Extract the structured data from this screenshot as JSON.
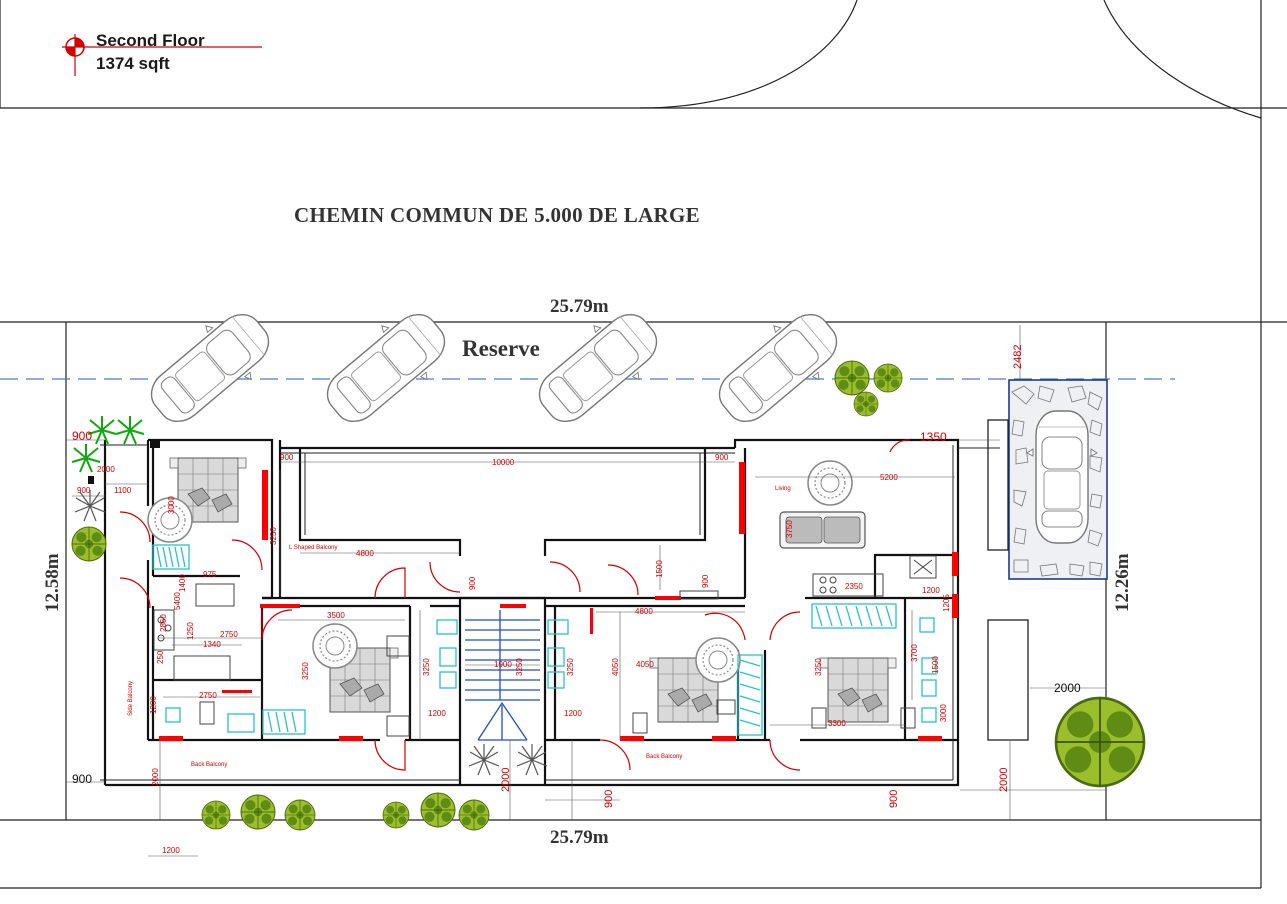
{
  "title": {
    "floor": "Second Floor",
    "area": "1374 sqft"
  },
  "road_label": "CHEMIN COMMUN DE 5.000 DE LARGE",
  "reserve_label": "Reserve",
  "overall_dims": {
    "width_top": "25.79m",
    "width_bottom": "25.79m",
    "depth_left": "12.58m",
    "depth_right": "12.26m"
  },
  "rooms": {
    "l_balcony": "L Shaped Balcony",
    "living": "Living",
    "side_balcony": "Side Balcony",
    "back_balcony_1": "Back Balcony",
    "back_balcony_2": "Back Balcony"
  },
  "dims": {
    "d_900_tl": "900",
    "d_2000_tl": "2000",
    "d_900_l2": "900",
    "d_1100": "1100",
    "d_3000": "3000",
    "d_3250_a": "3250",
    "d_4800_top": "4800",
    "d_10000": "10000",
    "d_900_top1": "900",
    "d_900_top2": "900",
    "d_1350": "1350",
    "d_5200": "5200",
    "d_3750": "3750",
    "d_975": "975",
    "d_1400": "1400",
    "d_5400": "5400",
    "d_900_bal": "900",
    "d_1500": "1500",
    "d_900_bal2": "900",
    "d_3500": "3500",
    "d_2750_a": "2750",
    "d_1250": "1250",
    "d_1340": "1340",
    "d_2860": "2860",
    "d_3250_b": "3250",
    "d_3250_c": "3250",
    "d_1900": "1900",
    "d_3250_d": "3250",
    "d_3250_e": "3250",
    "d_4800_b": "4800",
    "d_4050": "4050",
    "d_2350": "2350",
    "d_1200_a": "1200",
    "d_1205": "1205",
    "d_3700": "3700",
    "d_3250_f": "3250",
    "d_3300": "3300",
    "d_2750_b": "2750",
    "d_1200_b": "1200",
    "d_1200_c": "1200",
    "d_1200_d": "1200",
    "d_1500_b": "1500",
    "d_3000_b": "3000",
    "d_2000_bb": "2000",
    "d_2000_mid": "2000",
    "d_900_bot": "900",
    "d_900_bot2": "900",
    "d_2482": "2482",
    "d_2000_r": "2000",
    "d_2000_rv": "2000",
    "d_900_left": "900",
    "d_1200_bottom": "1200",
    "d_250": "250"
  },
  "colors": {
    "wall": "#111111",
    "dimension": "#d40000",
    "window": "#ff0000",
    "fixture": "#27c3c9",
    "tree": "#7ab51d",
    "plant": "#14b814",
    "dashed": "#4a7fc0"
  }
}
